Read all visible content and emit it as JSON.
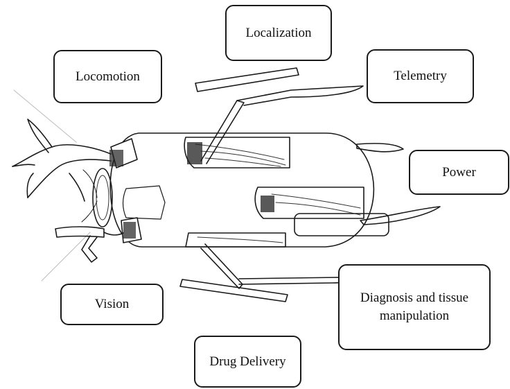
{
  "labels": {
    "localization": "Localization",
    "locomotion": "Locomotion",
    "telemetry": "Telemetry",
    "power": "Power",
    "vision": "Vision",
    "diagnosis": "Diagnosis and tissue manipulation",
    "drug_delivery": "Drug Delivery"
  },
  "colors": {
    "line": "#1a1a1a",
    "box_border": "#1a1a1a",
    "background": "#ffffff"
  }
}
